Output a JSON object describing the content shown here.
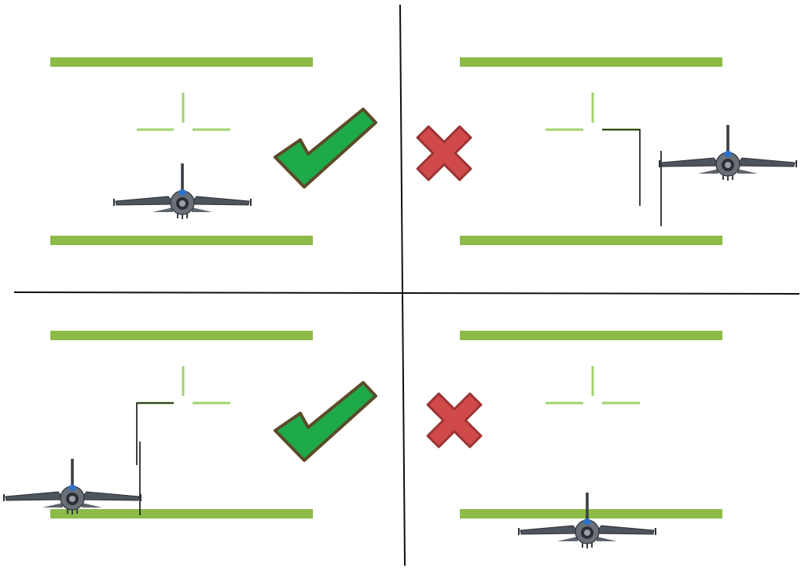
{
  "colors": {
    "background": "#ffffff",
    "divider": "#111111",
    "bar": "#8dbb48",
    "reticle": "#9fd36c",
    "check_fill": "#1faa4a",
    "check_outline": "#5b4b28",
    "cross_fill": "#d04a4a",
    "cross_outline": "#9b3434",
    "jet_body": "#545a61",
    "jet_dark": "#2c3035",
    "jet_canopy": "#2f72c9",
    "guide_line": "#111111"
  },
  "panels": [
    {
      "id": "top-left",
      "verdict": "correct",
      "verdict_icon": "checkmark-icon",
      "jet_position": "inside-lanes-below-reticle"
    },
    {
      "id": "top-right",
      "verdict": "incorrect",
      "verdict_icon": "cross-icon",
      "jet_position": "offset-right-of-lanes"
    },
    {
      "id": "bottom-left",
      "verdict": "correct",
      "verdict_icon": "checkmark-icon",
      "jet_position": "left-of-lanes-on-bottom-bar"
    },
    {
      "id": "bottom-right",
      "verdict": "incorrect",
      "verdict_icon": "cross-icon",
      "jet_position": "centered-below-bottom-bar"
    }
  ]
}
